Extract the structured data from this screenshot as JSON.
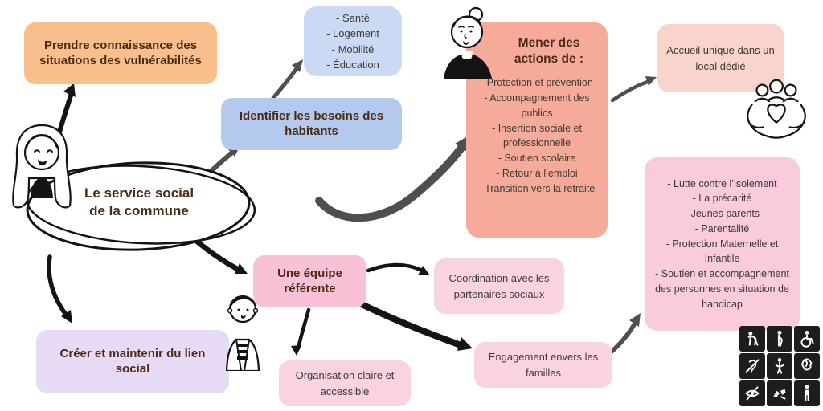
{
  "palette": {
    "background": "#FFFFFF",
    "orange": "#F8BE8C",
    "blue_light": "#CBDAF4",
    "blue": "#B3C9EE",
    "coral": "#F6AB9A",
    "coral_light": "#F8D4CC",
    "pink_strong": "#F8C1D6",
    "pink_mid": "#F9CBDC",
    "pink_soft": "#FAD3E1",
    "purple_light": "#E7DAF4",
    "text_dark": "#4A2B15",
    "text_body": "#3E3933",
    "ink": "#141414",
    "arrow_gray": "#4F4F4F",
    "tile": "#1D1D1D"
  },
  "center": {
    "title": "Le service social\nde la commune"
  },
  "nodes": {
    "vulnerabilites": {
      "label": "Prendre connaissance des situations des vulnérabilités"
    },
    "besoins_list": {
      "items": [
        "- Santé",
        "- Logement",
        "- Mobilité",
        "- Éducation"
      ]
    },
    "identifier": {
      "label": "Identifier les besoins des habitants"
    },
    "actions": {
      "title": "Mener des actions de :",
      "items": [
        "- Protection et prévention",
        "- Accompagnement des publics",
        "- Insertion sociale et professionnelle",
        "- Soutien scolaire",
        "- Retour à l’emploi",
        "- Transition vers la retraite"
      ]
    },
    "accueil": {
      "label": "Accueil unique dans un local dédié"
    },
    "publics": {
      "items": [
        "- Lutte contre l’isolement",
        "- La précarité",
        "- Jeunes parents",
        "- Parentalité",
        "- Protection Maternelle et Infantile",
        "- Soutien et accompagnement des personnes en situation de handicap"
      ]
    },
    "equipe": {
      "label": "Une équipe référente"
    },
    "coordination": {
      "label": "Coordination avec les partenaires sociaux"
    },
    "organisation": {
      "label": "Organisation claire et accessible"
    },
    "engagement": {
      "label": "Engagement envers les familles"
    },
    "lien_social": {
      "label": "Créer et maintenir du lien social"
    }
  },
  "icons": {
    "illustrations": [
      "woman-long-hair",
      "person-hair-bun",
      "person-short-hair",
      "hands-holding-people-heart"
    ],
    "accessibility_grid": [
      "reduced-mobility",
      "pregnancy",
      "wheelchair",
      "hearing-impairment",
      "parent-with-infant",
      "cognitive-impairment",
      "visual-impairment",
      "sign-language",
      "standing-person"
    ]
  }
}
